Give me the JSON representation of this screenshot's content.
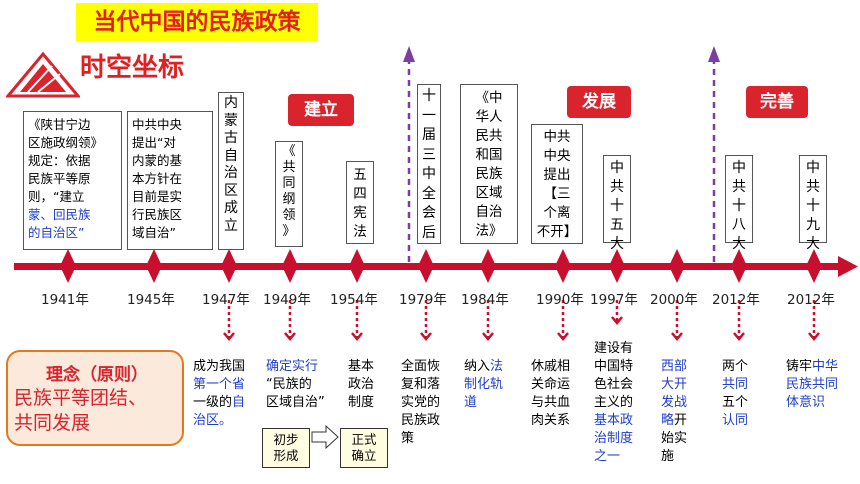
{
  "title": "当代中国的民族政策",
  "subtitle": "时空坐标",
  "phases": [
    "建立",
    "发展",
    "完善"
  ],
  "events_top": {
    "e1941": [
      "《陕甘宁边",
      "区施政纲领》",
      "规定：依据",
      "民族平等原",
      "则，“建立"
    ],
    "e1941_blue": [
      "蒙、回民族",
      "的自治区”"
    ],
    "e1945": [
      "中共中央",
      "提出“对",
      "内蒙的基",
      "本方针在",
      "目前是实",
      "行民族区",
      "域自治”"
    ],
    "e1947": "内蒙古自治区成立",
    "e1949": "《共同纲领》",
    "e1954": "五四宪法",
    "e1979": "十一届三中全会后",
    "e1984": [
      "《中",
      "华人",
      "民共",
      "和国",
      "民族",
      "区域",
      "自治",
      "法》"
    ],
    "e1990": [
      "中共",
      "中央",
      "提出",
      "【三",
      "个离",
      "不开】"
    ],
    "e1997": "中共十五大",
    "e2012a": "中共十八大",
    "e2012b": "中共十九大"
  },
  "years": [
    "1941年",
    "1945年",
    "1947年",
    "1949年",
    "1954年",
    "1979年",
    "1984年",
    "1990年",
    "1997年",
    "2000年",
    "2012年",
    "2012年"
  ],
  "descriptions": {
    "d1947a": [
      "成为我国"
    ],
    "d1947b": [
      "第一个省"
    ],
    "d1947c": "一级的",
    "d1947d": "自",
    "d1947e": "治区。",
    "d1949a": "确定实行",
    "d1949b": "“民族的",
    "d1949c": "区域自治”",
    "d1954": [
      "基本",
      "政治",
      "制度"
    ],
    "d1979": [
      "全面恢",
      "复和落",
      "实党的",
      "民族政",
      "策"
    ],
    "d1984a": "纳入",
    "d1984b": "法",
    "d1984c": [
      "制化轨",
      "道"
    ],
    "d1990": [
      "休戚相",
      "关命运",
      "与共血",
      "肉关系"
    ],
    "d1997a": [
      "建设有",
      "中国特",
      "色社会",
      "主义的"
    ],
    "d1997b": [
      "基本政",
      "治制度",
      "之一"
    ],
    "d2000a": [
      "西部",
      "大开",
      "发战",
      "略"
    ],
    "d2000b": "开",
    "d2000c": [
      "始实",
      "施"
    ],
    "d2012a1": "两个",
    "d2012a2": "共同",
    "d2012a3": "五个",
    "d2012a4": "认同",
    "d2012b1": "铸牢",
    "d2012b2": "中华",
    "d2012b3": "民族共同",
    "d2012b4": "体意识"
  },
  "concept": {
    "title": "理念（原则）",
    "body": [
      "民族平等团结、",
      "共同发展"
    ]
  },
  "flow": {
    "from": [
      "初步",
      "形成"
    ],
    "to": [
      "正式",
      "确立"
    ]
  },
  "colors": {
    "accent": "#d9232d",
    "blue": "#1f3ec9",
    "purple": "#7b3fa0",
    "title_bg": "#ffff00"
  }
}
